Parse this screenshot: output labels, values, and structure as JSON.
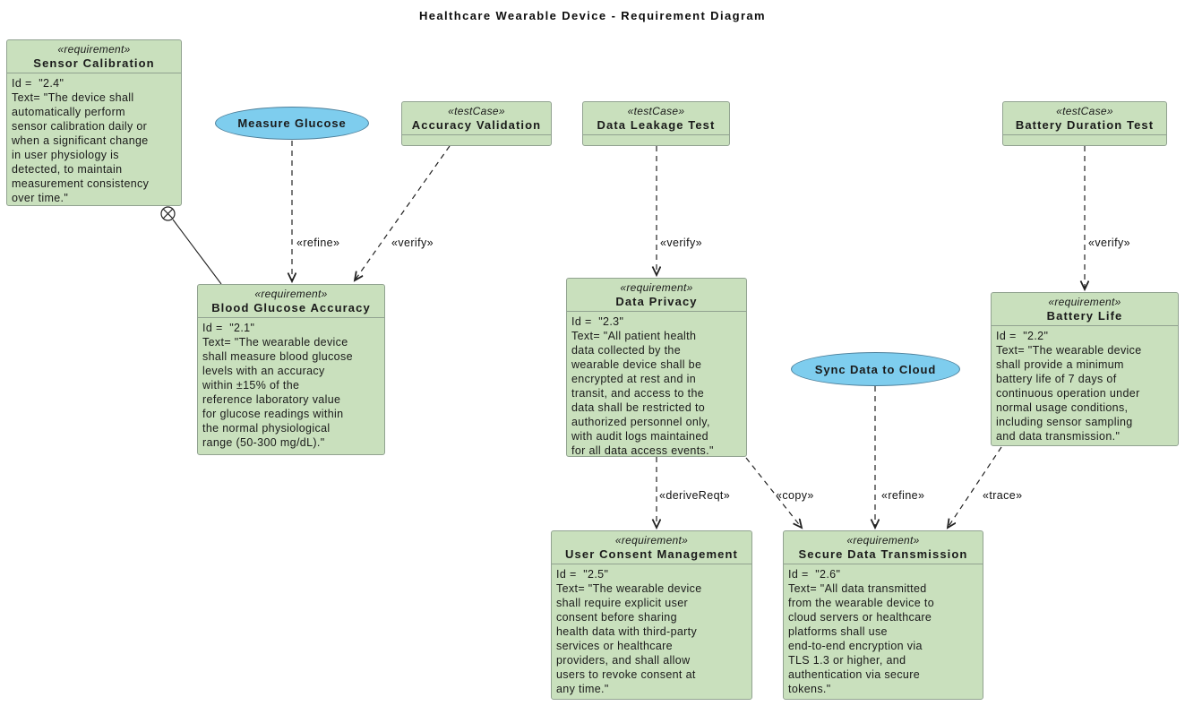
{
  "title": "Healthcare Wearable Device - Requirement Diagram",
  "colors": {
    "node_fill": "#c9e0bd",
    "node_border": "#91a290",
    "ellipse_fill": "#7ecdee",
    "ellipse_border": "#4d7f9a",
    "line": "#222222",
    "background": "#ffffff"
  },
  "requirements": {
    "sensor_calibration": {
      "stereotype": "«requirement»",
      "name": "Sensor Calibration",
      "body": "Id =  \"2.4\"\nText= \"The device shall\nautomatically perform\nsensor calibration daily or\nwhen a significant change\nin user physiology is\ndetected, to maintain\nmeasurement consistency\nover time.\""
    },
    "blood_glucose_accuracy": {
      "stereotype": "«requirement»",
      "name": "Blood Glucose Accuracy",
      "body": "Id =  \"2.1\"\nText= \"The wearable device\nshall measure blood glucose\nlevels with an accuracy\nwithin ±15% of the\nreference laboratory value\nfor glucose readings within\nthe normal physiological\nrange (50-300 mg/dL).\""
    },
    "data_privacy": {
      "stereotype": "«requirement»",
      "name": "Data Privacy",
      "body": "Id =  \"2.3\"\nText= \"All patient health\ndata collected by the\nwearable device shall be\nencrypted at rest and in\ntransit, and access to the\ndata shall be restricted to\nauthorized personnel only,\nwith audit logs maintained\nfor all data access events.\""
    },
    "battery_life": {
      "stereotype": "«requirement»",
      "name": "Battery Life",
      "body": "Id =  \"2.2\"\nText= \"The wearable device\nshall provide a minimum\nbattery life of 7 days of\ncontinuous operation under\nnormal usage conditions,\nincluding sensor sampling\nand data transmission.\""
    },
    "user_consent_management": {
      "stereotype": "«requirement»",
      "name": "User Consent Management",
      "body": "Id =  \"2.5\"\nText= \"The wearable device\nshall require explicit user\nconsent before sharing\nhealth data with third-party\nservices or healthcare\nproviders, and shall allow\nusers to revoke consent at\nany time.\""
    },
    "secure_data_transmission": {
      "stereotype": "«requirement»",
      "name": "Secure Data Transmission",
      "body": "Id =  \"2.6\"\nText= \"All data transmitted\nfrom the wearable device to\ncloud servers or healthcare\nplatforms shall use\nend-to-end encryption via\nTLS 1.3 or higher, and\nauthentication via secure\ntokens.\""
    }
  },
  "test_cases": {
    "accuracy_validation": {
      "stereotype": "«testCase»",
      "name": "Accuracy Validation"
    },
    "data_leakage_test": {
      "stereotype": "«testCase»",
      "name": "Data Leakage Test"
    },
    "battery_duration_test": {
      "stereotype": "«testCase»",
      "name": "Battery Duration Test"
    }
  },
  "use_cases": {
    "measure_glucose": "Measure Glucose",
    "sync_data_to_cloud": "Sync Data to Cloud"
  },
  "edge_labels": {
    "refine_measure": "«refine»",
    "verify_accuracy": "«verify»",
    "verify_data_leakage": "«verify»",
    "verify_battery": "«verify»",
    "derive_reqt": "«deriveReqt»",
    "copy": "«copy»",
    "refine_sync": "«refine»",
    "trace": "«trace»"
  }
}
